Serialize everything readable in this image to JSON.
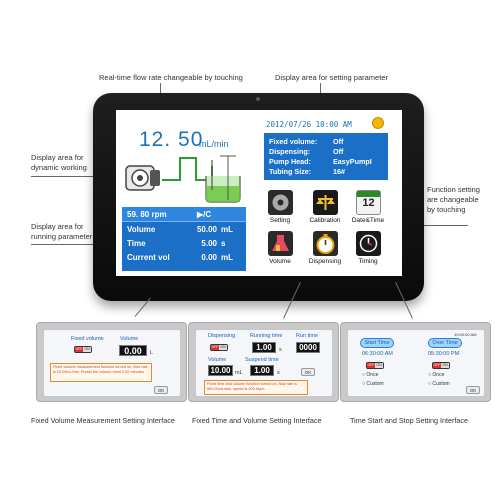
{
  "callouts": {
    "realtime_flow": "Real-time flow rate changeable by touching",
    "setting_param": "Display area for setting parameter",
    "dynamic_working": [
      "Display area for",
      "dynamic working"
    ],
    "running_param": [
      "Display area for",
      "running parameter"
    ],
    "function_setting": [
      "Function setting",
      "are changeable",
      "by touching"
    ]
  },
  "screen": {
    "flow_value": "12. 50",
    "flow_unit": "mL/min",
    "datetime": "2012/07/26  10:00 AM",
    "params": [
      {
        "label": "Fixed volume:",
        "value": "Off"
      },
      {
        "label": "Dispensing:",
        "value": "Off"
      },
      {
        "label": "Pump Head:",
        "value": "EasyPumpI"
      },
      {
        "label": "Tubing Size:",
        "value": "16#"
      }
    ],
    "running": {
      "rpm": "59. 80  rpm",
      "status": "▶/C",
      "rows": [
        {
          "label": "Volume",
          "value": "50.00",
          "unit": "mL"
        },
        {
          "label": "Time",
          "value": "5.00",
          "unit": "s"
        },
        {
          "label": "Current vol",
          "value": "0.00",
          "unit": "mL"
        }
      ]
    },
    "functions": {
      "setting": "Setting",
      "calibration": "Calibration",
      "date_time": "Date&Time",
      "date_number": "12",
      "volume": "Volume",
      "dispensing": "Dispensing",
      "timing": "Timing"
    }
  },
  "panel1": {
    "fixed_volume_label": "Fixed volume",
    "volume_label": "Volume",
    "volume_value": "0.00",
    "volume_unit": "L",
    "toggle_off": "OFF",
    "toggle_on": "ON",
    "note": "Fixed volume measurement function turned on, flow rate is 10.00mL/min. Preset the volume need 2.00 minutes.",
    "ok": "OK",
    "caption": "Fixed Volume Measurement Setting Interface"
  },
  "panel2": {
    "dispensing_label": "Dispensing",
    "running_time_label": "Running time",
    "run_time_label": "Run time",
    "running_time_value": "1.00",
    "running_time_unit": "s",
    "run_time_value": "0000",
    "volume_label": "Volume",
    "suspend_time_label": "Suspend time",
    "volume_value": "10.00",
    "volume_unit": "mL",
    "suspend_value": "1.00",
    "suspend_unit": "s",
    "toggle_off": "OFF",
    "toggle_on": "ON",
    "note": "Fixed time and volume function turned on, flow rate is 600.00mL/min, speed is 200.0rpm",
    "ok": "OK",
    "caption": "Fixed Time and Volume Setting Interface"
  },
  "panel3": {
    "clock": "10:00:00 AM",
    "start_label": "Start Time",
    "start_value": "06:30:00 AM",
    "over_label": "Over Time",
    "over_value": "05:30:00 PM",
    "toggle_off": "OFF",
    "toggle_on": "ON",
    "once": "Once",
    "custom": "Custom",
    "ok": "OK",
    "caption": "Time Start and Stop Setting Interface"
  }
}
